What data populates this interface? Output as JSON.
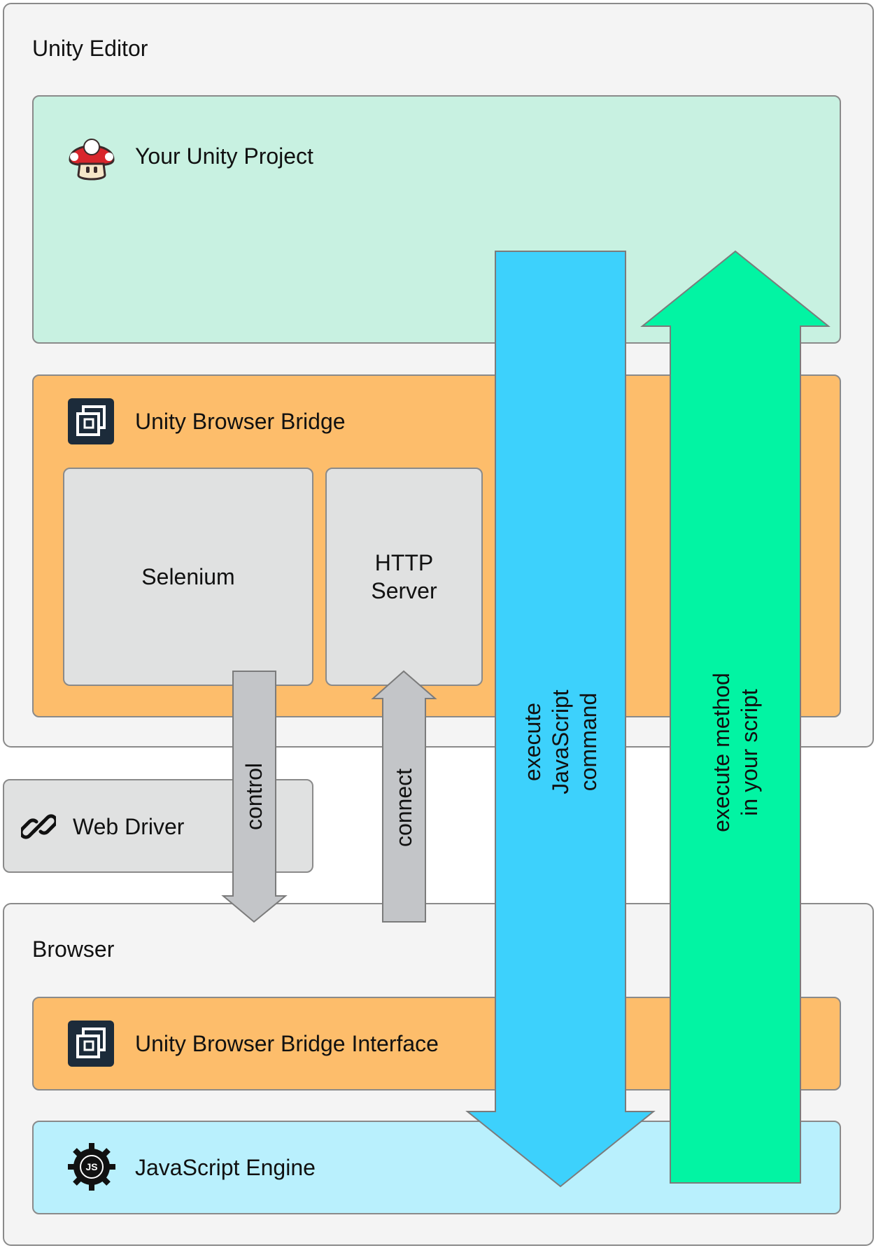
{
  "unity_editor": {
    "title": "Unity Editor"
  },
  "project": {
    "title": "Your Unity Project"
  },
  "bridge": {
    "title": "Unity Browser Bridge",
    "selenium": "Selenium",
    "http_server_line1": "HTTP",
    "http_server_line2": "Server"
  },
  "web_driver": {
    "title": "Web Driver"
  },
  "browser": {
    "title": "Browser",
    "interface": "Unity Browser Bridge Interface",
    "engine": "JavaScript Engine",
    "engine_badge": "JS"
  },
  "arrows": {
    "control": "control",
    "connect": "connect",
    "execute_js": "execute\nJavaScript\ncommand",
    "execute_method": "execute method\nin your script"
  },
  "colors": {
    "editor_bg": "#f4f4f4",
    "project_bg": "#c8f1e1",
    "bridge_bg": "#fdbd6b",
    "component_bg": "#e0e1e1",
    "engine_bg": "#b9f0fd",
    "blue_arrow": "#3dd1fc",
    "green_arrow": "#02f4a3",
    "gray_arrow": "#c3c5c8",
    "icon_dark": "#1c2b3a"
  }
}
